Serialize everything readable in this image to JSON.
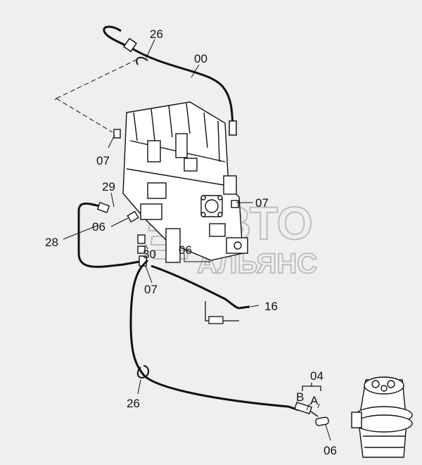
{
  "callouts": {
    "c00": "00",
    "c26_top": "26",
    "c26_bottom": "26",
    "c07_upper": "07",
    "c07_right": "07",
    "c07_lower": "07",
    "c29": "29",
    "c28": "28",
    "c06_left": "06",
    "c06_mid": "06",
    "c06_bottom": "06",
    "c30": "30",
    "c16": "16",
    "c04": "04",
    "cA": "A",
    "cB": "B"
  },
  "watermark": {
    "line1": "АВТО",
    "line2": "АЛЬЯНС"
  },
  "colors": {
    "line": "#111111",
    "background": "#efefef",
    "watermark": "#b9b9b9"
  }
}
